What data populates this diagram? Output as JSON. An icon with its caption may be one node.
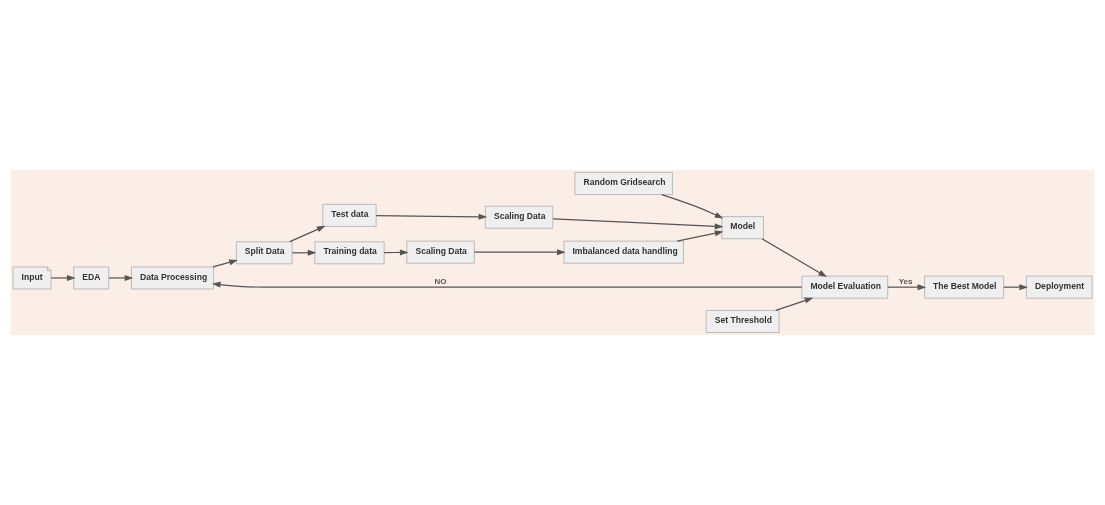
{
  "diagram": {
    "nodes": [
      {
        "text": [
          "Input"
        ]
      },
      {
        "text": [
          "EDA"
        ]
      },
      {
        "text": [
          "Data Processing"
        ]
      },
      {
        "text": [
          "Split Data"
        ]
      },
      {
        "text": [
          "Training data"
        ]
      },
      {
        "text": [
          "Scaling Data"
        ]
      },
      {
        "text": [
          "Test data"
        ]
      },
      {
        "text": [
          "Scaling Data"
        ]
      },
      {
        "text": [
          "Imbalanced data handling"
        ]
      },
      {
        "text": [
          "Model"
        ]
      },
      {
        "text": [
          "Model Evaluation"
        ]
      },
      {
        "text": [
          "The Best Model"
        ]
      },
      {
        "text": [
          "Deployment"
        ]
      },
      {
        "text": [
          "Set Threshold"
        ]
      },
      {
        "text": [
          "Random Gridsearch"
        ]
      }
    ],
    "edges": [
      {
        "from": 0,
        "to": 1,
        "arrow": "to"
      },
      {
        "from": 1,
        "to": 2,
        "arrow": "to"
      },
      {
        "from": 2,
        "to": 3,
        "arrow": "to"
      },
      {
        "from": 3,
        "to": 4,
        "arrow": "to"
      },
      {
        "from": 3,
        "to": 6,
        "arrow": "to"
      },
      {
        "from": 4,
        "to": 5,
        "arrow": "to"
      },
      {
        "from": 5,
        "to": 8,
        "arrow": "to"
      },
      {
        "from": 6,
        "to": 7,
        "arrow": "to"
      },
      {
        "from": 7,
        "to": 9,
        "arrow": "to"
      },
      {
        "from": 8,
        "to": 9,
        "arrow": "to"
      },
      {
        "from": 14,
        "to": 9,
        "arrow": "to"
      },
      {
        "from": 9,
        "to": 10,
        "arrow": "to"
      },
      {
        "from": 13,
        "to": 10,
        "arrow": "to"
      },
      {
        "from": 10,
        "to": 11,
        "label": "Yes",
        "arrow": "to"
      },
      {
        "from": 10,
        "to": 2,
        "label": "NO",
        "arrow": "to"
      },
      {
        "from": 11,
        "to": 12,
        "arrow": "to"
      }
    ]
  }
}
